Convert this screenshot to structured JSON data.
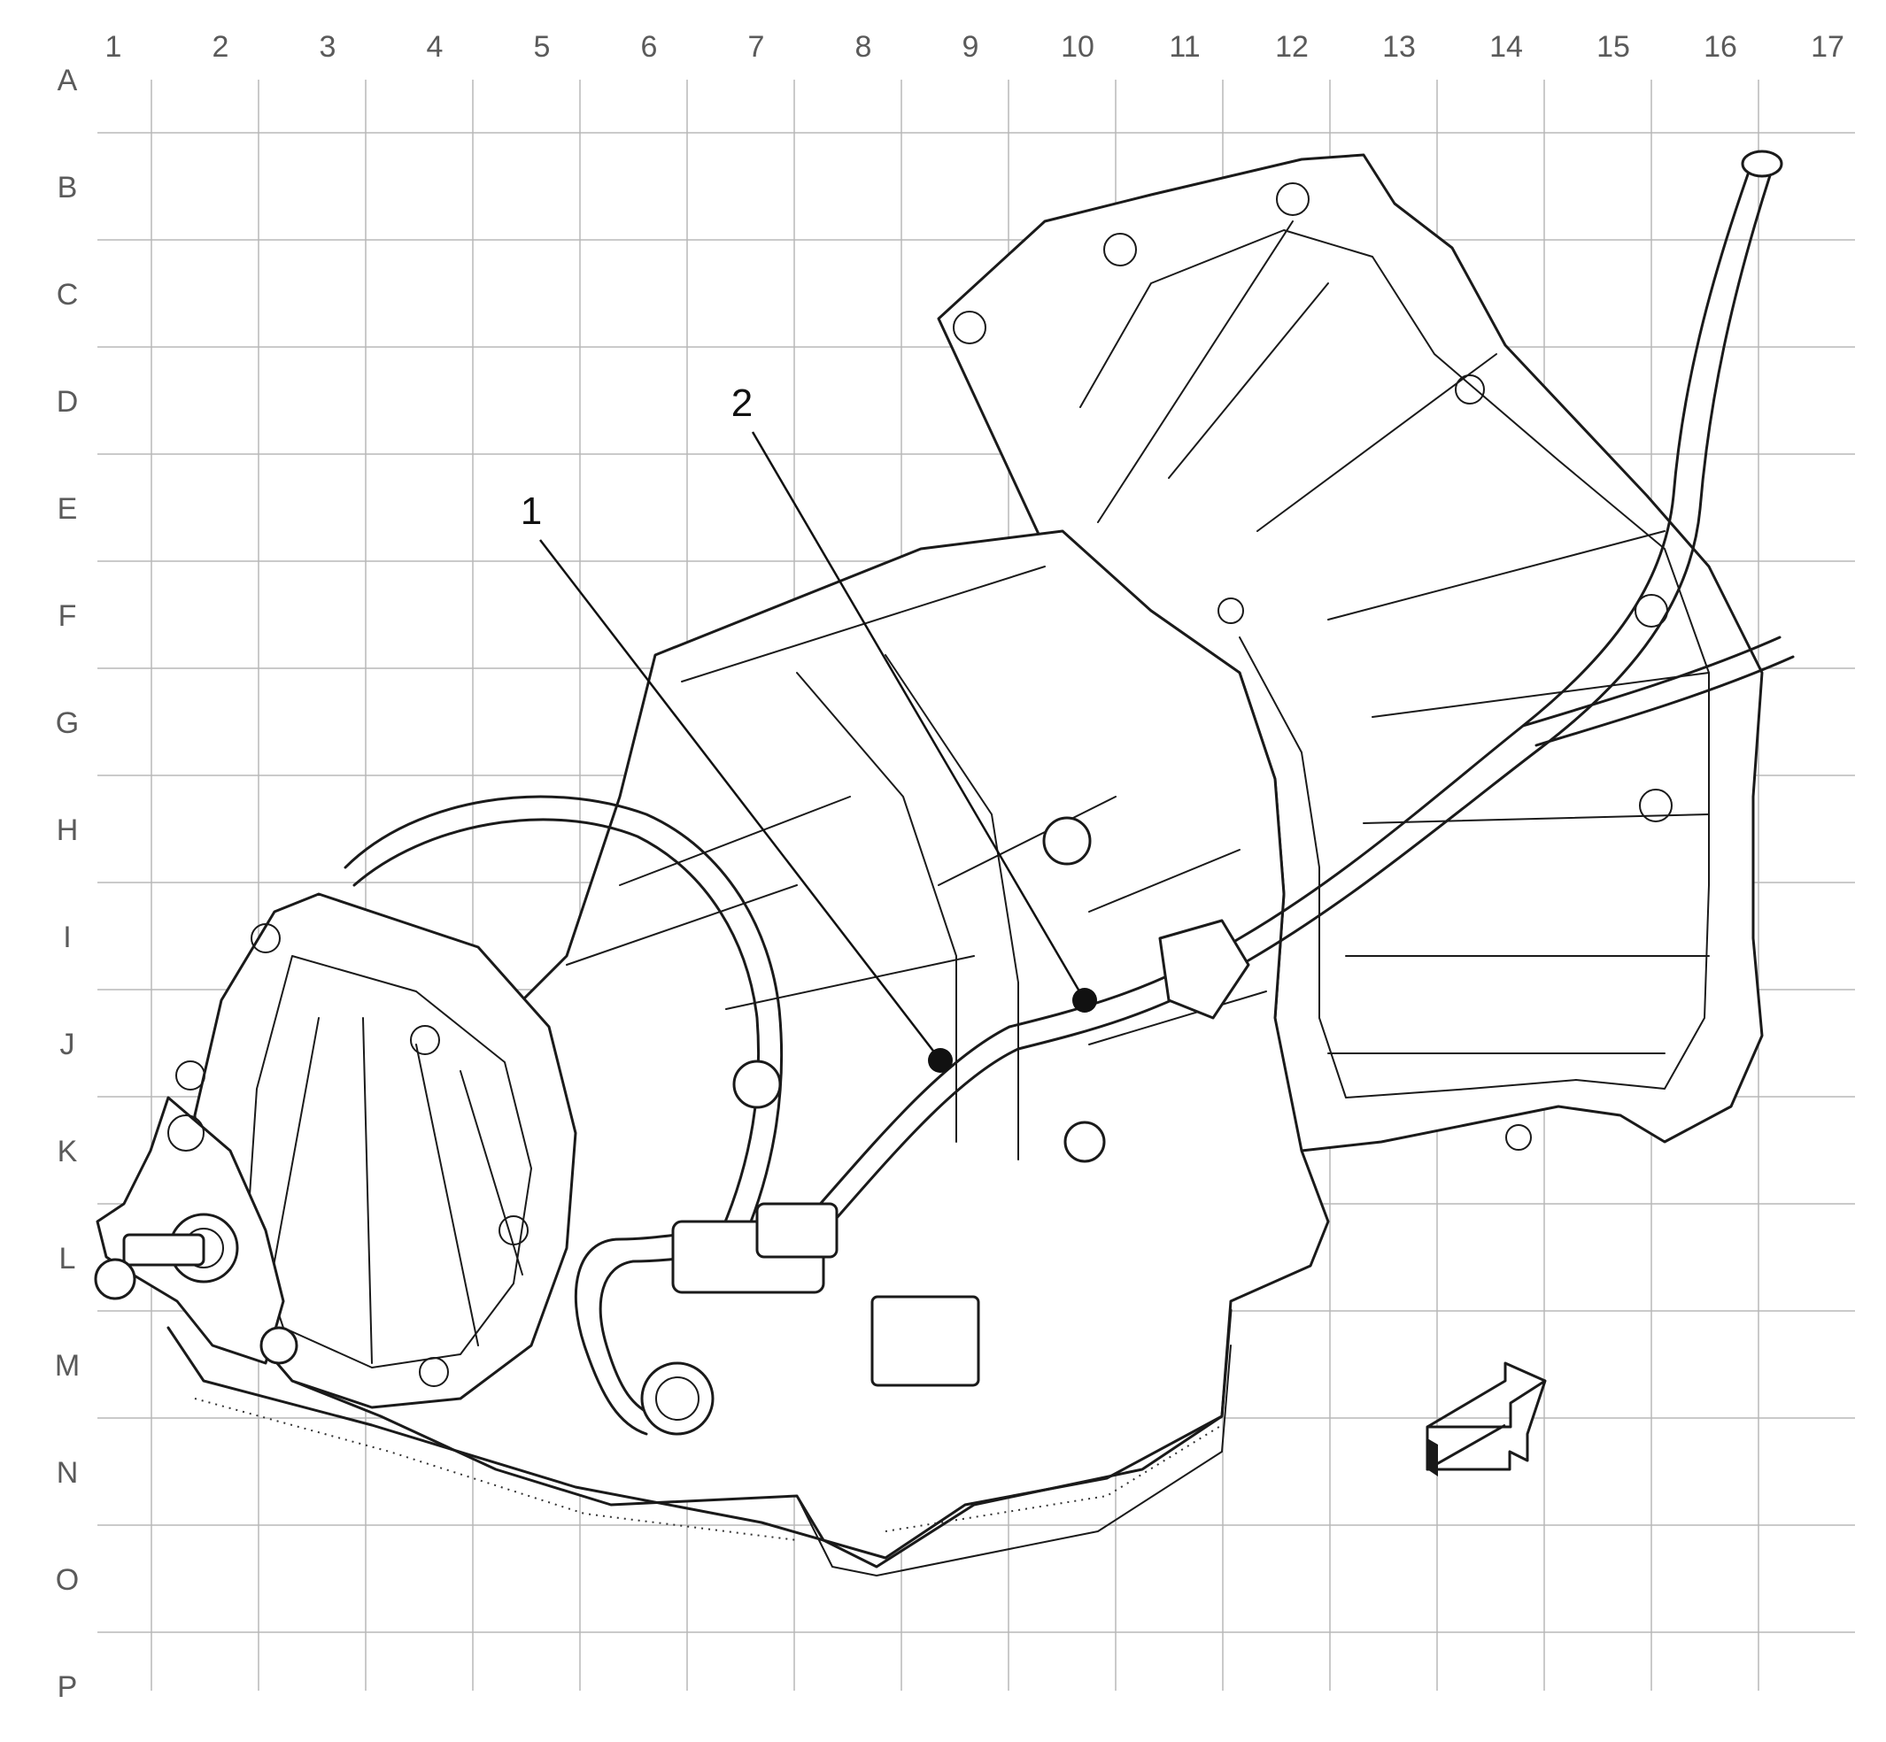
{
  "grid": {
    "columns": [
      "1",
      "2",
      "3",
      "4",
      "5",
      "6",
      "7",
      "8",
      "9",
      "10",
      "11",
      "12",
      "13",
      "14",
      "15",
      "16",
      "17"
    ],
    "rows": [
      "A",
      "B",
      "C",
      "D",
      "E",
      "F",
      "G",
      "H",
      "I",
      "J",
      "K",
      "L",
      "M",
      "N",
      "O",
      "P"
    ]
  },
  "callouts": [
    {
      "id": "1",
      "label": "1"
    },
    {
      "id": "2",
      "label": "2"
    }
  ],
  "icons": {
    "orientation": "direction-arrow-icon",
    "part": "transmission-housing"
  },
  "colors": {
    "grid": "#b8b8b8",
    "line_art": "#1a1a1a",
    "labels": "#5a5a5a"
  }
}
